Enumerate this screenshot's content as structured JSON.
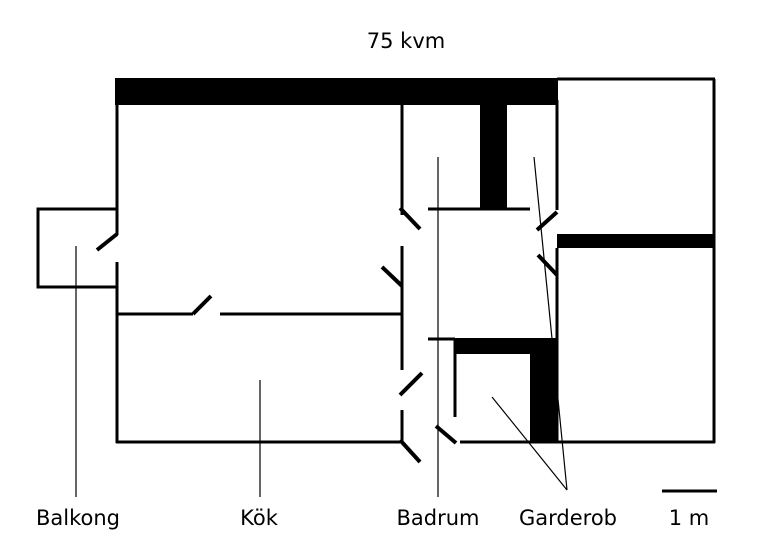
{
  "plan": {
    "area": "75 kvm",
    "scale_label": "1 m"
  },
  "rooms": {
    "balkong": "Balkong",
    "kok": "Kök",
    "badrum": "Badrum",
    "garderob": "Garderob"
  }
}
